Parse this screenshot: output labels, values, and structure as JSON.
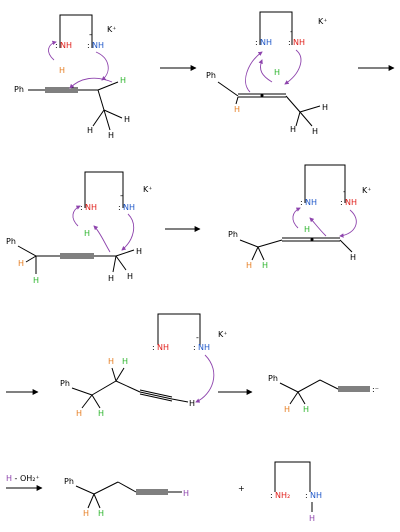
{
  "labels": {
    "k_plus": "K⁺",
    "nh": "NH",
    "nh2": "NH₂",
    "lone_pair": ":",
    "minus": "-",
    "ph": "Ph",
    "h": "H",
    "plus": "+",
    "terminal_anion": ":⁻",
    "reagent_h": "H",
    "reagent_rest": " - OH₂⁺"
  },
  "colors": {
    "line": "#000000",
    "arrow_curly": "#8e44ad",
    "nh_acid": "#e0201b",
    "nh_base": "#1f58c9",
    "h_migrating": "#e67e22",
    "h_green": "#2db52d",
    "reagent_h": "#8e44ad"
  }
}
